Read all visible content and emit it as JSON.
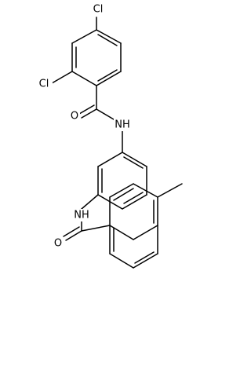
{
  "molecule": {
    "atom_labels": {
      "cl_top": "Cl",
      "cl_left": "Cl",
      "o_top": "O",
      "nh_top": "NH",
      "nh_bottom": "NH",
      "o_bottom": "O"
    },
    "colors": {
      "bond": "#000000",
      "label": "#000000",
      "background": "#ffffff"
    }
  }
}
